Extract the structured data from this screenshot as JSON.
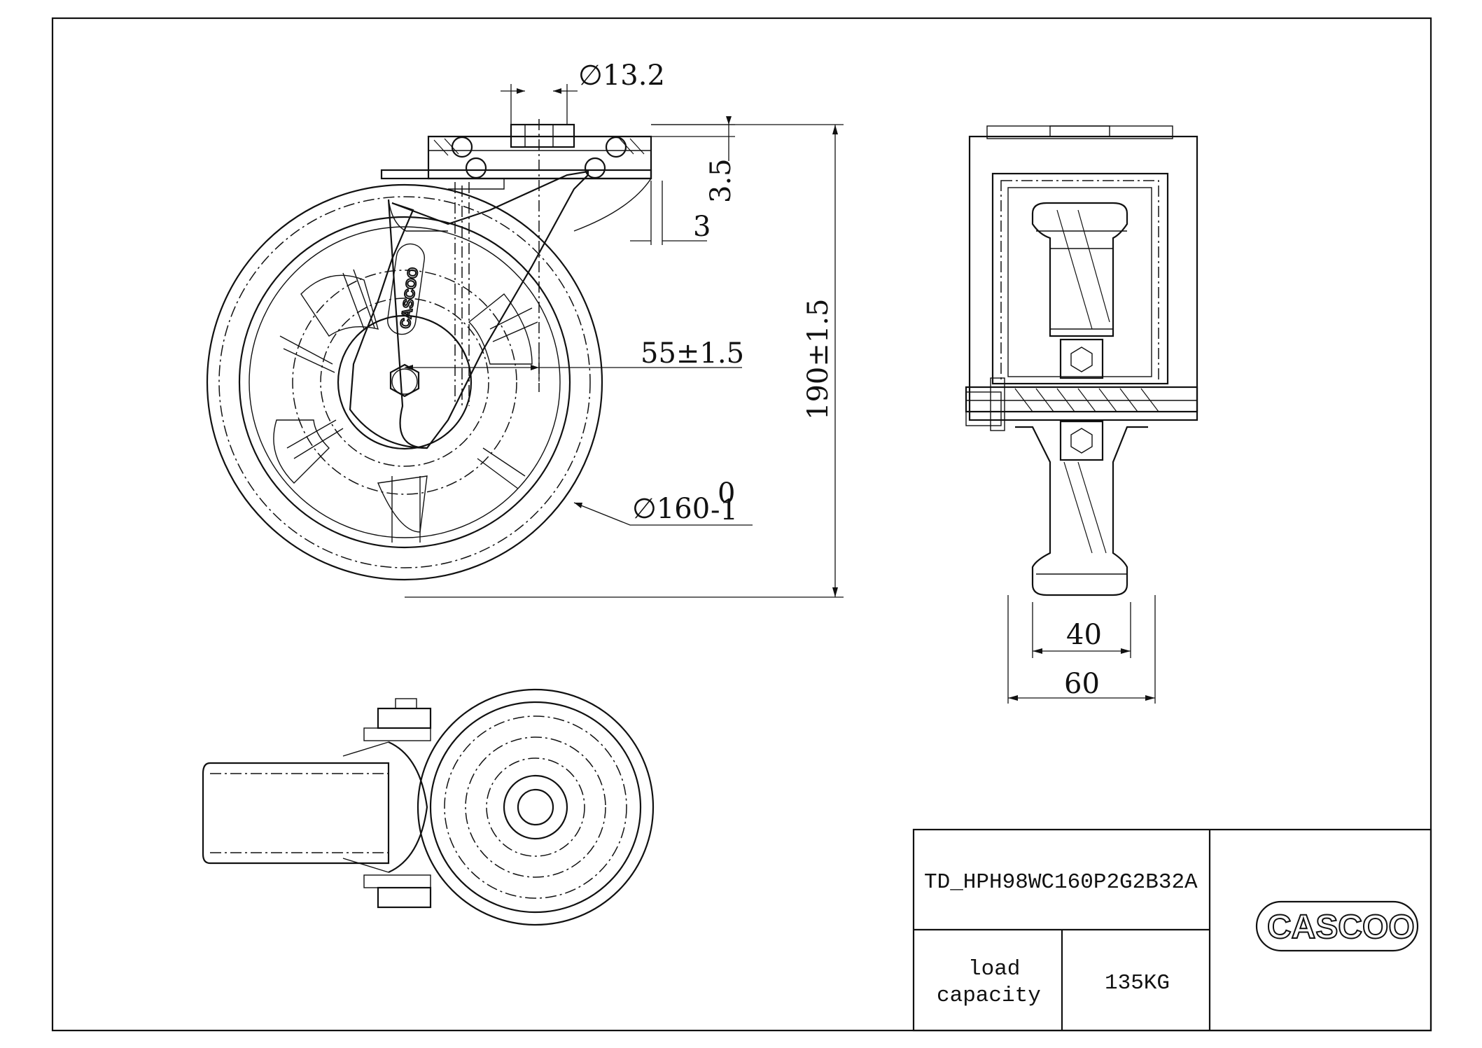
{
  "dimensions": {
    "bore_diameter": "∅13.2",
    "plate_thickness": "3.5",
    "plate_gap": "3",
    "offset": "55±1.5",
    "wheel_diameter": "∅160",
    "wheel_tol_upper": "0",
    "wheel_tol_lower": "-1",
    "height": "190±1.5",
    "wheel_width": "40",
    "overall_width": "60"
  },
  "title_block": {
    "part_number": "TD_HPH98WC160P2G2B32A",
    "load_label_line1": "load",
    "load_label_line2": "capacity",
    "load_value": "135KG",
    "brand": "CASCOO"
  },
  "wheel_logo": "CASCOO"
}
